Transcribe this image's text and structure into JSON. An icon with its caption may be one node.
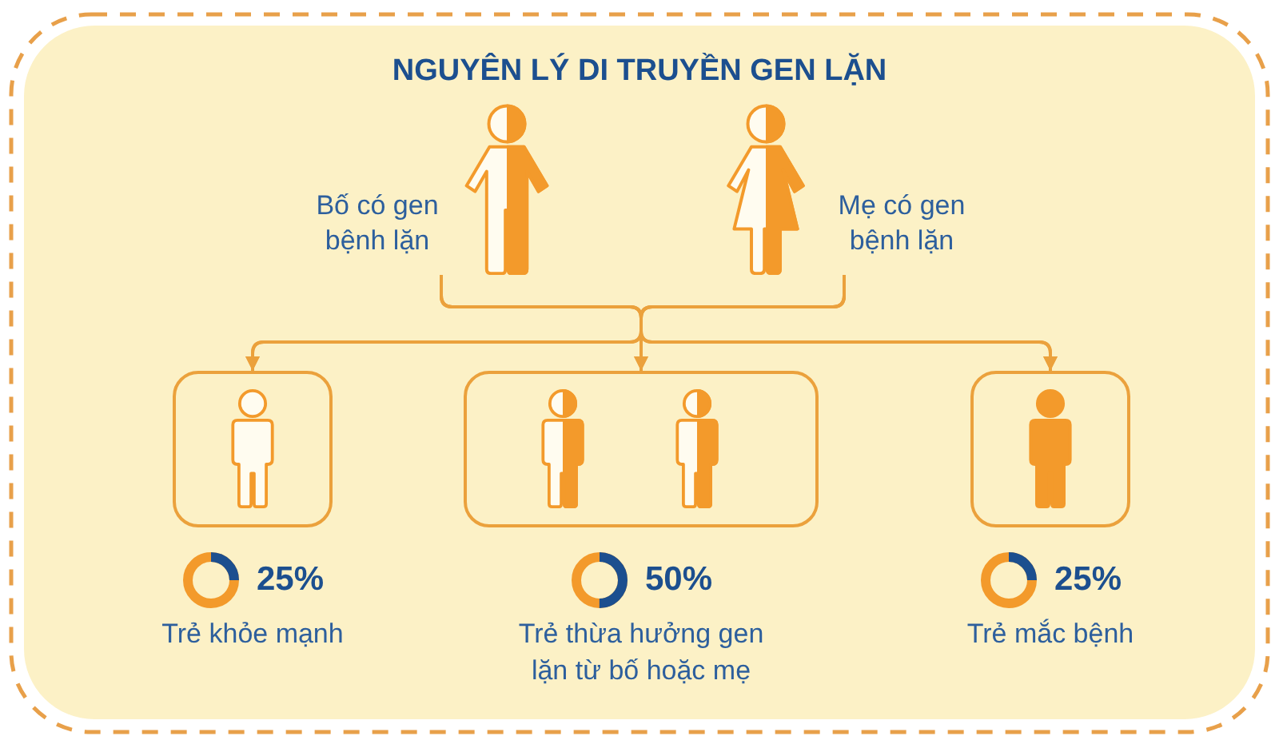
{
  "diagram": {
    "title": "NGUYÊN LÝ DI TRUYỀN GEN LẶN",
    "nodes": [
      {
        "text": [
          "Bố có gen bệnh lặn"
        ]
      },
      {
        "text": [
          "Mẹ có gen bệnh lặn"
        ]
      },
      {
        "text": [],
        "shape": "box",
        "beside": [
          "25%",
          "Trẻ khỏe mạnh"
        ]
      },
      {
        "text": [],
        "shape": "box",
        "beside": [
          "50%",
          "Trẻ thừa hưởng gen lặn từ bố hoặc mẹ"
        ]
      },
      {
        "text": [],
        "shape": "box",
        "beside": [
          "25%",
          "Trẻ mắc bệnh"
        ]
      }
    ],
    "edges": [
      {
        "from": 0,
        "to": 2,
        "arrow": "to"
      },
      {
        "from": 0,
        "to": 3,
        "arrow": "to"
      },
      {
        "from": 0,
        "to": 4,
        "arrow": "to"
      },
      {
        "from": 1,
        "to": 2,
        "arrow": "to"
      },
      {
        "from": 1,
        "to": 3,
        "arrow": "to"
      },
      {
        "from": 1,
        "to": 4,
        "arrow": "to"
      }
    ]
  }
}
